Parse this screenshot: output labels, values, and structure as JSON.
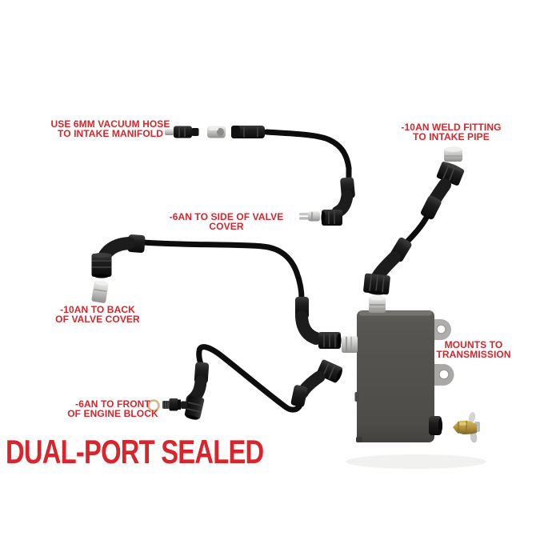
{
  "image_type": "annotated-product-photo",
  "product": "Dual-port sealed oil catch can kit",
  "title": {
    "text": "DUAL-PORT SEALED"
  },
  "annotations": {
    "vacuum_hose": {
      "line1": "USE 6MM VACUUM HOSE",
      "line2": "TO INTAKE MANIFOLD"
    },
    "weld_fitting": {
      "line1": "-10AN WELD FITTING",
      "line2": "TO INTAKE PIPE"
    },
    "side_valve": {
      "line1": "-6AN TO SIDE OF VALVE COVER"
    },
    "back_valve": {
      "line1": "-10AN TO BACK",
      "line2": "OF VALVE COVER"
    },
    "front_block": {
      "line1": "-6AN TO FRONT",
      "line2": "OF ENGINE BLOCK"
    },
    "transmission": {
      "line1": "MOUNTS TO",
      "line2": "TRANSMISSION"
    }
  },
  "colors": {
    "bg": "#ffffff",
    "label-red": "#d8242a",
    "hose": "#0d0d0d",
    "fitting-black": "#1b1b1b",
    "silver": "#c3c3c1",
    "can-gray": "#53514e",
    "tab-gray": "#aeadab",
    "brass": "#b5953f",
    "o-ring-gold": "#cfb68c"
  },
  "parts": [
    "vacuum-barb-fitting",
    "aluminum-ferrule",
    "straight-hose-end",
    "rubber-hose",
    "90-degree-hose-end",
    "push-lock-fitting",
    "weld-bung",
    "45-degree-hose-end",
    "an-male-fitting",
    "oil-catch-can",
    "mounting-tab",
    "drain-port",
    "brass-drain-fitting",
    "petcock-valve",
    "engine-block-adapter",
    "o-ring"
  ]
}
